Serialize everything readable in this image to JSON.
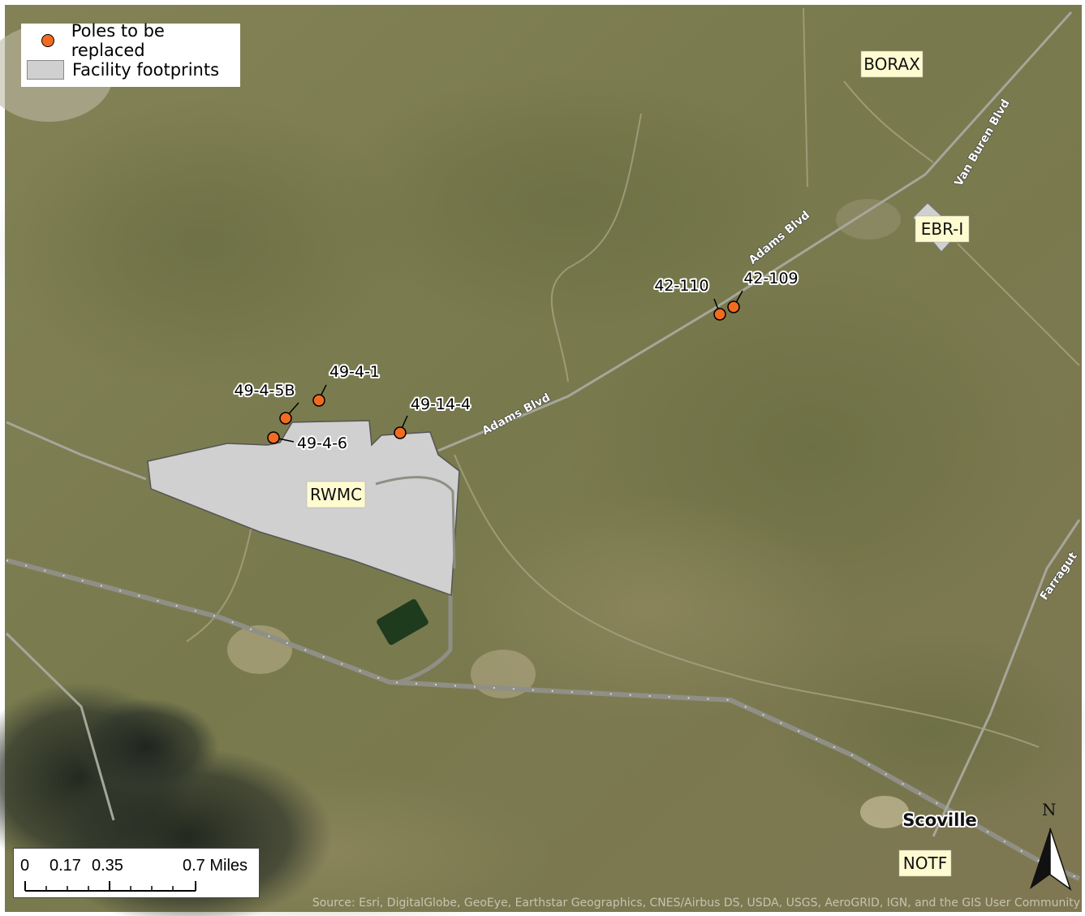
{
  "legend": {
    "poles_label": "Poles to be replaced",
    "facility_label": "Facility footprints",
    "pole_color": "#f26b21",
    "facility_color": "#d0d0d0"
  },
  "facilities": {
    "rwmc": "RWMC",
    "borax": "BORAX",
    "ebr": "EBR-I",
    "notf": "NOTF"
  },
  "poles": [
    "49-4-5B",
    "49-4-1",
    "49-4-6",
    "49-14-4",
    "42-110",
    "42-109"
  ],
  "roads": {
    "adams_1": "Adams Blvd",
    "adams_2": "Adams Blvd",
    "van_buren": "Van Buren Blvd",
    "farragut": "Farragut"
  },
  "town": "Scoville",
  "scalebar": {
    "ticks": [
      "0",
      "0.17",
      "0.35",
      "0.7 Miles"
    ]
  },
  "north_label": "N",
  "source": "Source: Esri, DigitalGlobe, GeoEye, Earthstar Geographics, CNES/Airbus DS, USDA, USGS, AeroGRID, IGN, and the GIS User Community",
  "colors": {
    "terrain": "#7d7d4f",
    "road": "#a6a69a",
    "facility": "#d0d0d0"
  }
}
